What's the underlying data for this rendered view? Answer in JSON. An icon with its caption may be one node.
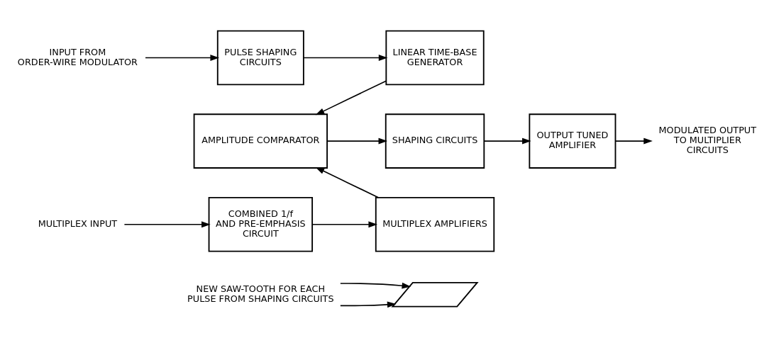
{
  "diagram": {
    "nodes": [
      {
        "text": [],
        "shape": "picture"
      },
      {
        "text": [
          "NEW SAW-TOOTH FOR EACH PULSE FROM SHAPING CIRCUITS"
        ]
      },
      {
        "text": [
          "INPUT FROM ORDER-WIRE MODULATOR"
        ]
      },
      {
        "text": [
          "PULSE SHAPING CIRCUITS"
        ]
      },
      {
        "text": [
          "LINEAR TIME-BASE GENERATOR"
        ]
      },
      {
        "text": [
          "AMPLITUDE COMPARATOR"
        ]
      },
      {
        "text": [
          "SHAPING CIRCUITS"
        ]
      },
      {
        "text": [
          "OUTPUT TUNED AMPLIFIER"
        ]
      },
      {
        "text": [
          "MODULATED OUTPUT TO MULTIPLIER CIRCUITS"
        ]
      },
      {
        "text": [
          "MULTIPLEX INPUT"
        ]
      },
      {
        "text": [
          "COMBINED 1/f AND PRE-EMPHASIS CIRCUIT"
        ]
      },
      {
        "text": [
          "MULTIPLEX AMPLIFIERS"
        ]
      }
    ],
    "edges": [
      {
        "from": 1,
        "to": 0,
        "arrow": "to"
      },
      {
        "from": 1,
        "to": 0,
        "arrow": "to"
      },
      {
        "from": 2,
        "to": 3,
        "arrow": "to"
      },
      {
        "from": 3,
        "to": 4,
        "arrow": "to"
      },
      {
        "from": 4,
        "to": 5,
        "arrow": "to"
      },
      {
        "from": 9,
        "to": 10,
        "arrow": "to"
      },
      {
        "from": 10,
        "to": 11,
        "arrow": "to"
      },
      {
        "from": 11,
        "to": 5,
        "arrow": "to"
      },
      {
        "from": 5,
        "to": 6,
        "arrow": "to"
      },
      {
        "from": 6,
        "to": 7,
        "arrow": "to"
      },
      {
        "from": 7,
        "to": 8,
        "arrow": "to"
      }
    ]
  }
}
